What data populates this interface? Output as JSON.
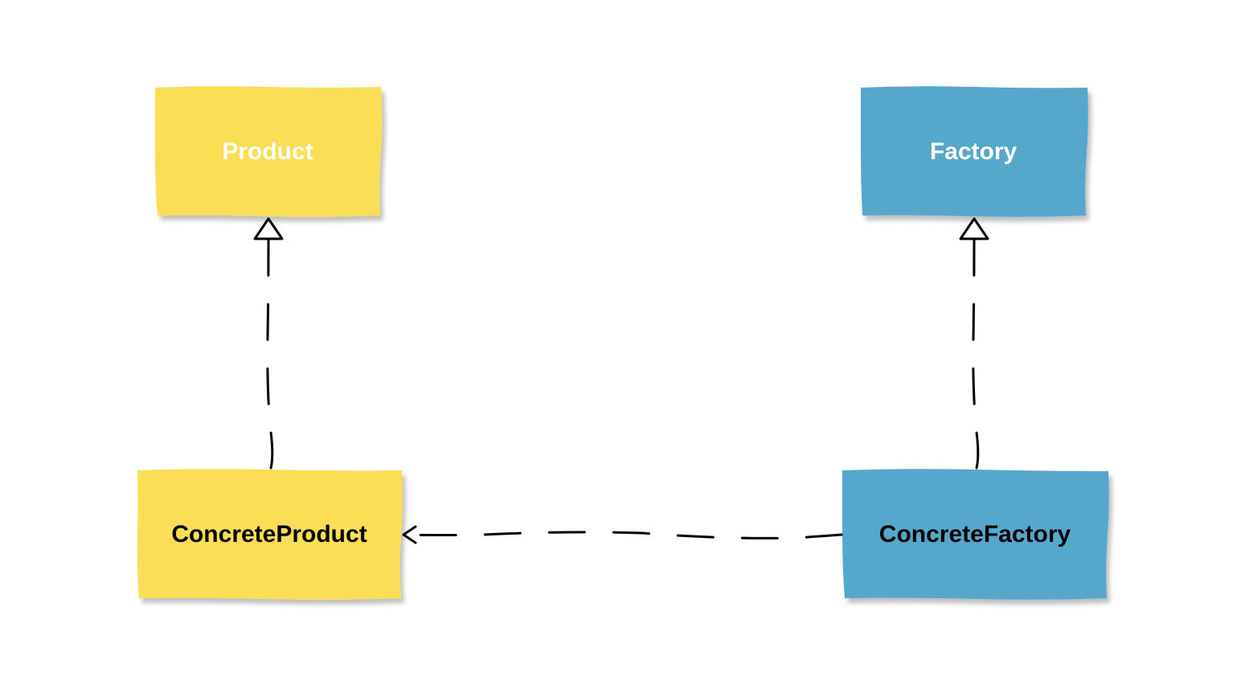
{
  "nodes": {
    "product": {
      "label": "Product",
      "fill": "#f9de56",
      "text_color": "#ffffff"
    },
    "factory": {
      "label": "Factory",
      "fill": "#57a7cc",
      "text_color": "#ffffff"
    },
    "concrete_product": {
      "label": "ConcreteProduct",
      "fill": "#f9de56",
      "text_color": "#000000"
    },
    "concrete_factory": {
      "label": "ConcreteFactory",
      "fill": "#57a7cc",
      "text_color": "#000000"
    }
  },
  "edges": [
    {
      "from": "ConcreteProduct",
      "to": "Product",
      "type": "realization",
      "style": "dashed",
      "arrowhead": "hollow-triangle"
    },
    {
      "from": "ConcreteFactory",
      "to": "Factory",
      "type": "realization",
      "style": "dashed",
      "arrowhead": "hollow-triangle"
    },
    {
      "from": "ConcreteFactory",
      "to": "ConcreteProduct",
      "type": "dependency",
      "style": "dashed",
      "arrowhead": "open-arrow"
    }
  ],
  "colors": {
    "background": "#ffffff",
    "line": "#000000",
    "shadow": "#d9d9d9"
  }
}
